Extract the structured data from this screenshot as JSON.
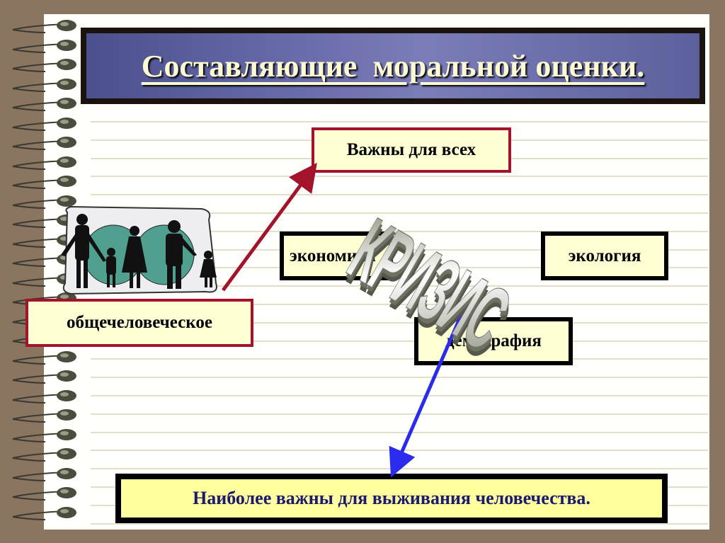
{
  "title": "Составляющие  моральной оценки.",
  "boxes": {
    "important_for_all": "Важны для всех",
    "universal": "общечеловеческое",
    "economy": "экономика",
    "ecology": "экология",
    "demography": "демография",
    "survival": "Наиболее важны для выживания человечества."
  },
  "wordart": "КРИЗИС",
  "colors": {
    "red_arrow": "#a3132c",
    "blue_arrow": "#2b2bef",
    "title_bg": "#5c609c",
    "box_fill": "#ffffd4"
  }
}
